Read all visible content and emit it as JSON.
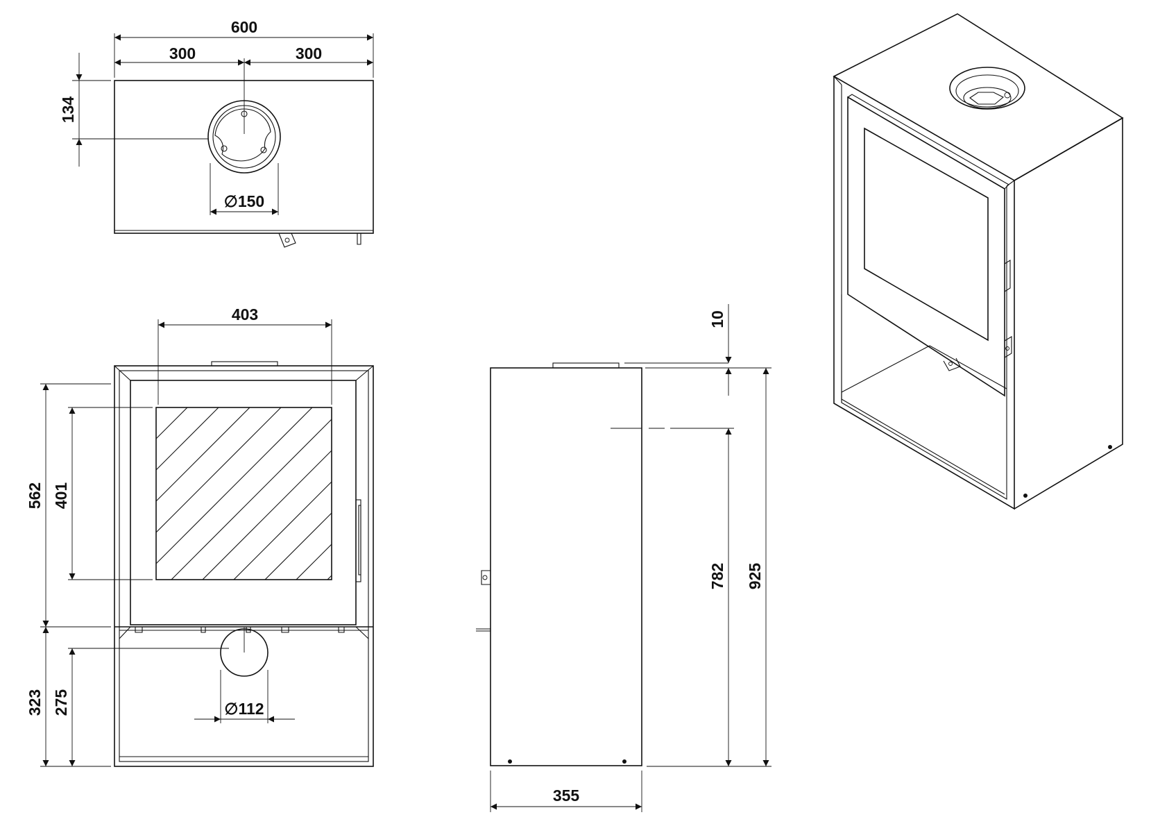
{
  "top_view": {
    "overall_width": "600",
    "left_half": "300",
    "right_half": "300",
    "flue_offset": "134",
    "flue_diameter": "∅150"
  },
  "front_view": {
    "window_width": "403",
    "door_height": "562",
    "window_height": "401",
    "base_height": "323",
    "air_inlet_height": "275",
    "air_inlet_diameter": "∅112"
  },
  "side_view": {
    "flue_collar": "10",
    "flue_height": "782",
    "overall_height": "925",
    "depth": "355"
  }
}
